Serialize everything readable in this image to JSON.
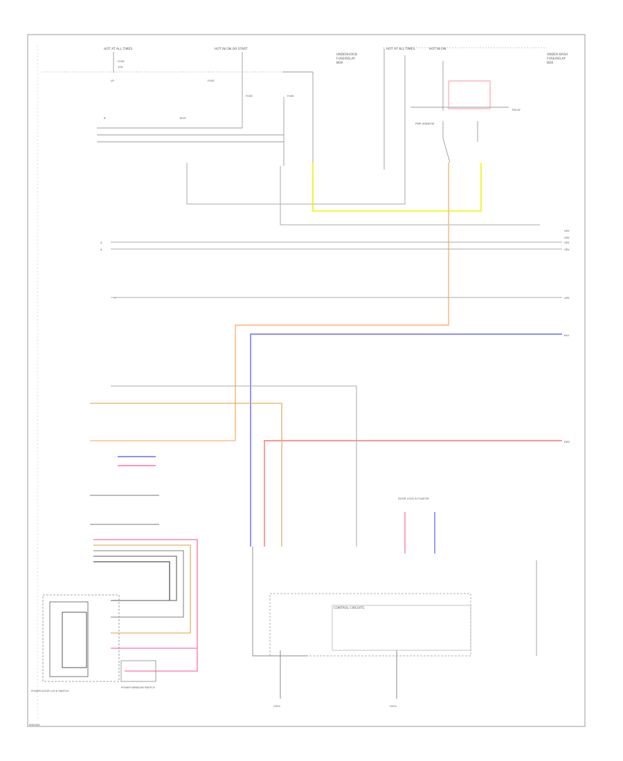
{
  "diagram": {
    "footer_code": "W00000",
    "colors": {
      "frame": "#999999",
      "wire_gray": "#9a9a9a",
      "wire_yellow": "#f2f200",
      "wire_orange": "#ffb070",
      "wire_blue": "#6666ff",
      "wire_red": "#ff7070",
      "wire_pink": "#ff6f9a",
      "wire_tan": "#e0b060",
      "wire_dark": "#777777"
    },
    "components": {
      "left_mirror_switch": "POWER DOOR LOCK SWITCH",
      "right_mirror_switch": "POWER WINDOW SWITCH",
      "control_circuits": "CONTROL CIRCUITS",
      "door_lock_actuator": "DOOR LOCK ACTUATOR",
      "ground_1": "G301",
      "ground_2": "G201"
    }
  }
}
